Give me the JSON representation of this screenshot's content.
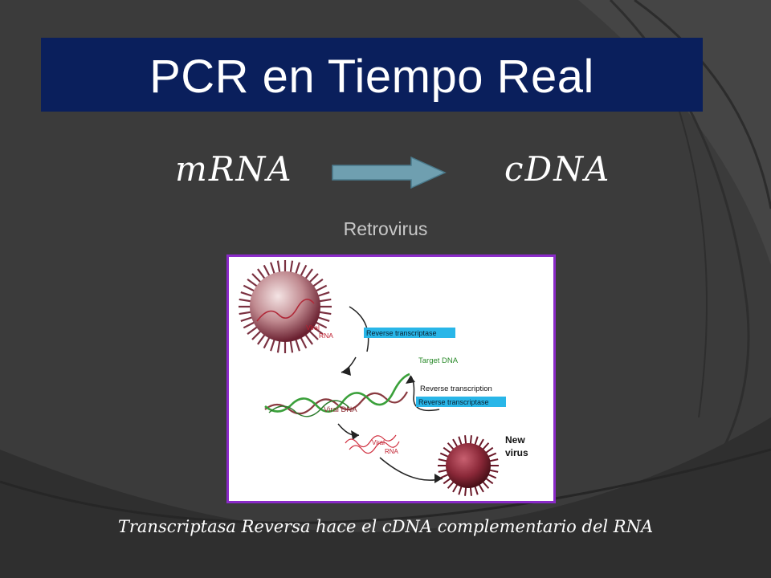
{
  "title": "PCR en Tiempo Real",
  "equation": {
    "left": "mRNA",
    "right": "cDNA"
  },
  "subtitle": "Retrovirus",
  "figure": {
    "viral_rna_top_line1": "Viral",
    "viral_rna_top_line2": "RNA",
    "reverse_transcriptase_top": "Reverse transcriptase",
    "target_dna": "Target DNA",
    "reverse_transcription": "Reverse transcription",
    "reverse_transcriptase_mid": "Reverse transcriptase",
    "viral_dna": "Viral DNA",
    "viral_rna_bottom_line1": "Viral",
    "viral_rna_bottom_line2": "RNA",
    "new_virus_line1": "New",
    "new_virus_line2": "virus"
  },
  "caption": "Transcriptasa Reversa hace el cDNA complementario del RNA",
  "colors": {
    "title_bar": "#0a1f5c",
    "arrow": "#6f9fb0",
    "frame": "#8a2ac8",
    "label_box": "#29b6e8",
    "target_dna": "#3aa03a",
    "viral_rna": "#d03040"
  }
}
